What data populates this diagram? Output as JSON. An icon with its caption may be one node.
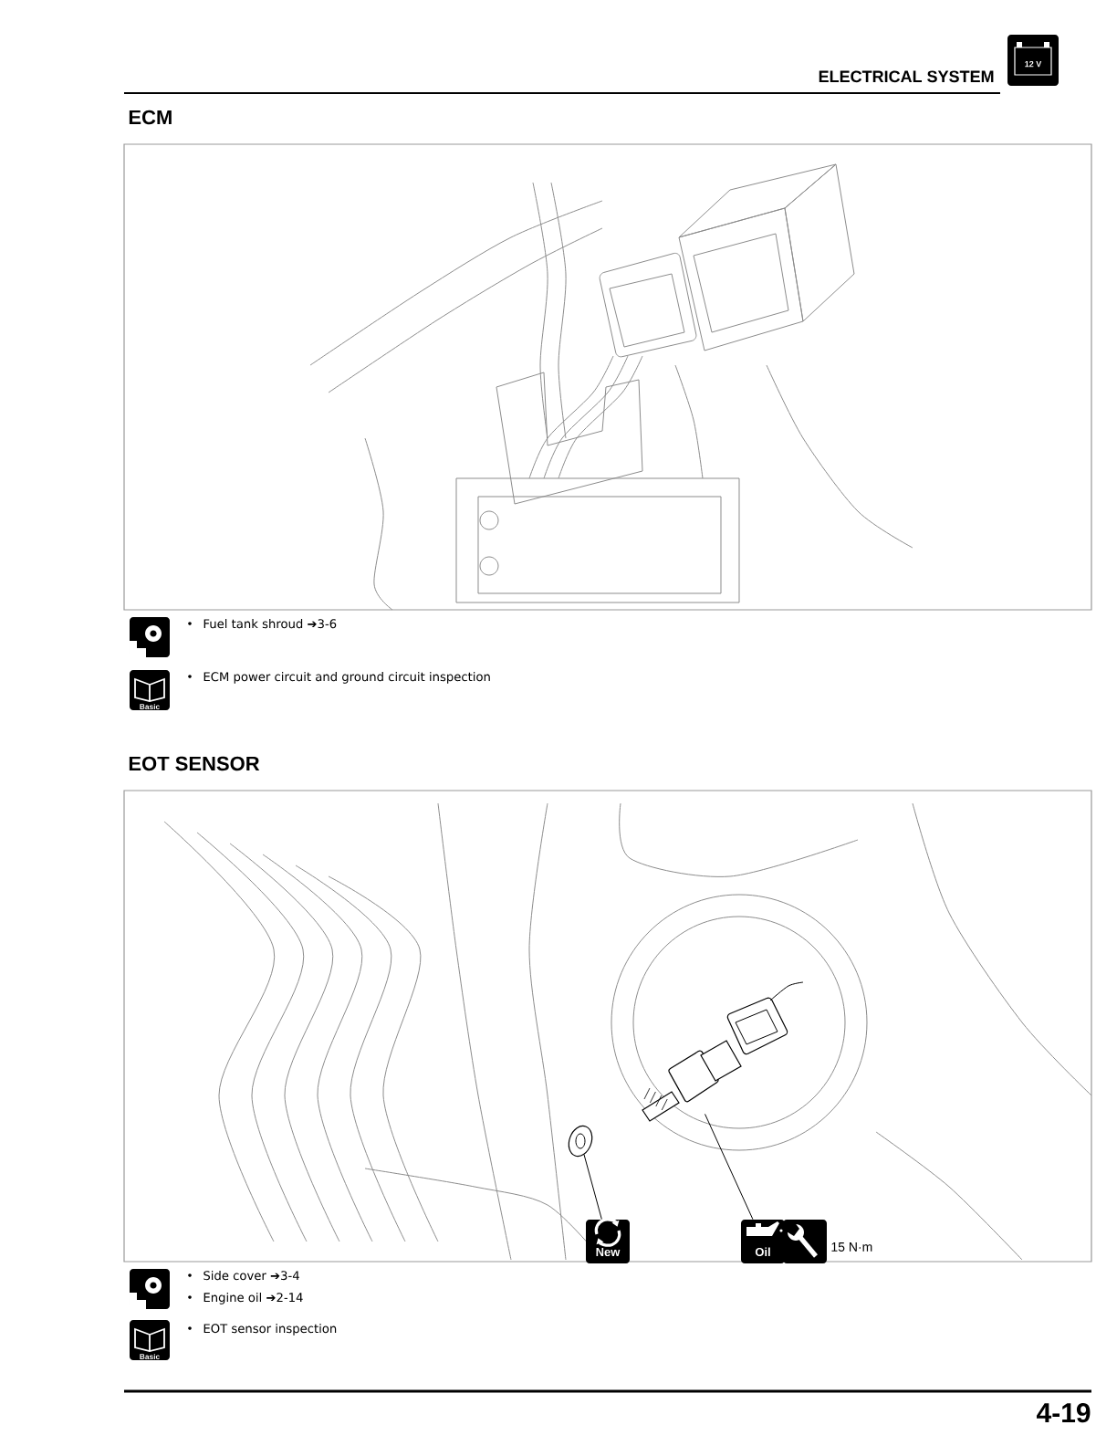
{
  "diagram": {
    "nodes": [
      {
        "text": [],
        "shape": "picture"
      },
      {
        "text": [],
        "shape": "picture"
      },
      {
        "text": [
          "New"
        ]
      },
      {
        "text": [
          "Oil"
        ],
        "beside": [
          "15 N·m"
        ]
      }
    ],
    "edges": [
      {
        "from": 2,
        "to": 0,
        "arrow": "none"
      },
      {
        "from": 3,
        "to": 1,
        "arrow": "none"
      }
    ],
    "labels": [
      "ELECTRICAL SYSTEM",
      "12 V",
      "ECM",
      "Fuel tank shroud ➔3-6",
      "Basic",
      "ECM power circuit and ground circuit inspection",
      "EOT SENSOR",
      "Side cover ➔3-4",
      "Engine oil ➔2-14",
      "Basic",
      "EOT sensor inspection",
      "4-19"
    ]
  }
}
